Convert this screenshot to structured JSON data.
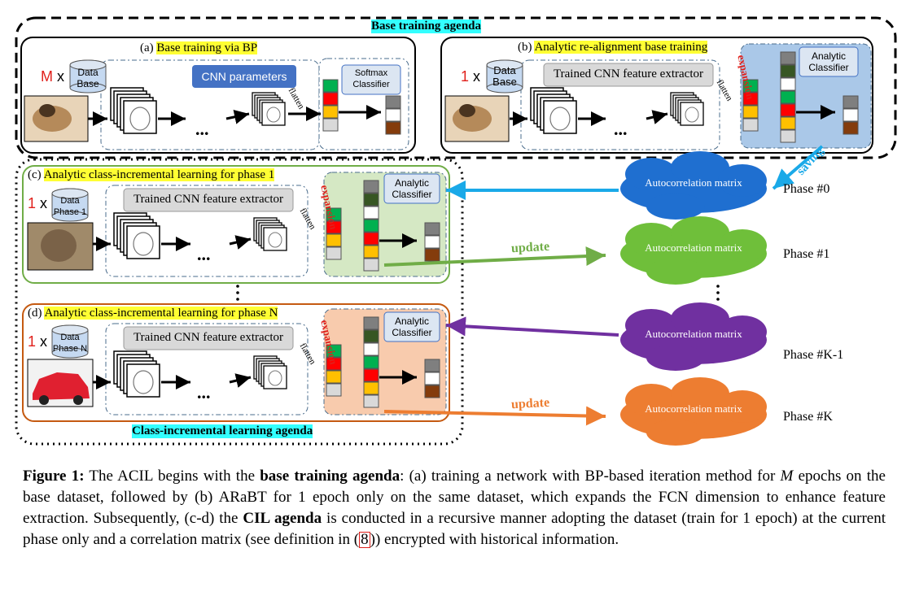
{
  "agenda": {
    "base_title": "Base training agenda",
    "cil_title": "Class-incremental learning agenda"
  },
  "panel_a": {
    "label": "(a)",
    "title": "Base training via BP",
    "multiplier": "M",
    "x": "x",
    "data": "Data Base",
    "cnn": "CNN parameters",
    "flatten": "flatten",
    "classifier": "Softmax Classifier",
    "dots": "..."
  },
  "panel_b": {
    "label": "(b)",
    "title": "Analytic re-alignment base training",
    "multiplier": "1",
    "x": "x",
    "data": "Data Base",
    "extractor": "Trained CNN feature extractor",
    "flatten": "flatten",
    "expansion": "expansion",
    "classifier": "Analytic Classifier",
    "saving": "saving",
    "dots": "..."
  },
  "panel_c": {
    "label": "(c)",
    "title": "Analytic class-incremental learning for phase 1",
    "multiplier": "1",
    "x": "x",
    "data": "Data Phase 1",
    "extractor": "Trained CNN feature extractor",
    "flatten": "flatten",
    "expansion": "expansion",
    "classifier": "Analytic Classifier",
    "dots": "..."
  },
  "panel_d": {
    "label": "(d)",
    "title": "Analytic class-incremental learning for phase N",
    "multiplier": "1",
    "x": "x",
    "data": "Data Phase N",
    "extractor": "Trained CNN feature extractor",
    "flatten": "flatten",
    "expansion": "expansion",
    "classifier": "Analytic Classifier",
    "dots": "..."
  },
  "clouds": {
    "label": "Autocorrelation matrix",
    "phases": [
      "Phase #0",
      "Phase #1",
      "Phase #K-1",
      "Phase #K"
    ],
    "update": "update"
  },
  "colors": {
    "green_panel": "#d5e8c4",
    "orange_panel": "#f8cbad",
    "blue_panel": "#aac8e8",
    "cloud_blue": "#1f6fd0",
    "cloud_green": "#6fbf3a",
    "cloud_purple": "#7030a0",
    "cloud_orange": "#ed7d31"
  },
  "caption": {
    "fig": "Figure 1:",
    "t1": " The ACIL begins with the ",
    "b1": "base training agenda",
    "t2": ": (a) training a network with BP-based iteration method for ",
    "m": "M",
    "t3": " epochs on the base dataset, followed by (b) ARaBT for 1 epoch only on the same dataset, which expands the FCN dimension to enhance feature extraction. Subsequently, (c-d) the ",
    "b2": "CIL agenda",
    "t4": " is conducted in a recursive manner adopting the dataset (train for 1 epoch) at the current phase only and a correlation matrix (see definition in (",
    "ref": "8",
    "t5": ")) encrypted with historical information."
  }
}
